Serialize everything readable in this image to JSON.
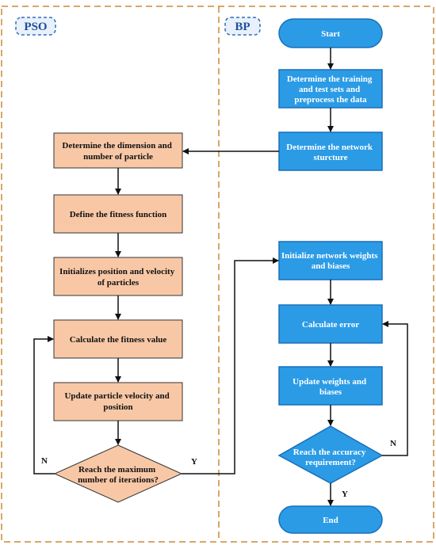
{
  "sections": {
    "pso": "PSO",
    "bp": "BP"
  },
  "pso_steps": {
    "s1": [
      "Determine the dimension and",
      "number of particle"
    ],
    "s2": [
      "Define the fitness function"
    ],
    "s3": [
      "Initializes position and velocity",
      "of particles"
    ],
    "s4": [
      "Calculate the fitness value"
    ],
    "s5": [
      "Update particle velocity and",
      "position"
    ],
    "decision": [
      "Reach the maximum",
      "number of iterations?"
    ]
  },
  "bp_steps": {
    "start": "Start",
    "b1": [
      "Determine the training",
      "and test sets and",
      "preprocess the data"
    ],
    "b2": [
      "Determine the network",
      "sturcture"
    ],
    "b3": [
      "Initialize network weights",
      "and biases"
    ],
    "b4": [
      "Calculate error"
    ],
    "b5": [
      "Update weights and",
      "biases"
    ],
    "decision": [
      "Reach the accuracy",
      "requirement?"
    ],
    "end": "End"
  },
  "branch_labels": {
    "pso_no": "N",
    "pso_yes": "Y",
    "bp_no": "N",
    "bp_yes": "Y"
  },
  "colors": {
    "pso_fill": "#f8c8a6",
    "bp_fill": "#2b9be6",
    "bp_stroke": "#1a6fb8",
    "dash": "#c98a3a",
    "tag_fill": "#e8f1fb",
    "tag_stroke": "#2f6fb8"
  }
}
